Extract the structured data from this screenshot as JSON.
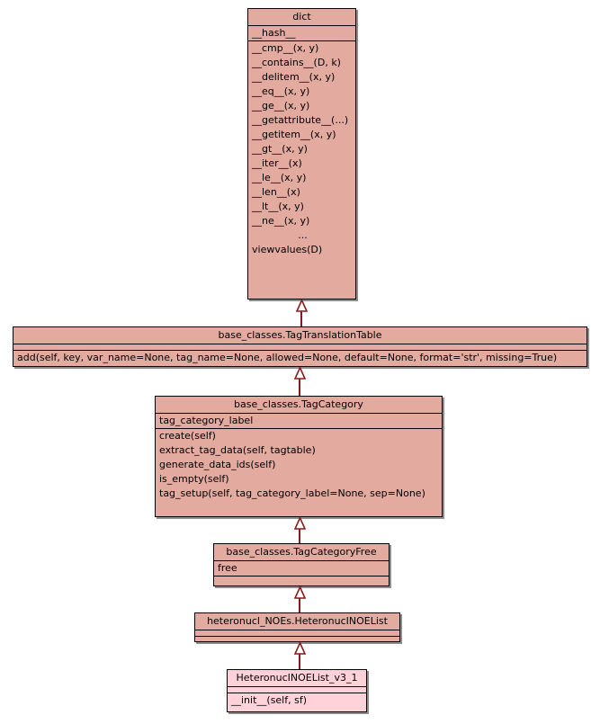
{
  "diagram": {
    "type": "uml-class-hierarchy",
    "background_color": "#ffffff",
    "class_fill_color": "#e3aaa0",
    "highlight_fill_color": "#ffd2da",
    "edge_color": "#8b1a1a",
    "border_color": "#000000"
  },
  "classes": [
    {
      "name": "dict",
      "title": "dict",
      "attributes": [
        "__hash__"
      ],
      "methods": [
        "__cmp__(x, y)",
        "__contains__(D, k)",
        "__delitem__(x, y)",
        "__eq__(x, y)",
        "__ge__(x, y)",
        "__getattribute__(...)",
        "__getitem__(x, y)",
        "__gt__(x, y)",
        "__iter__(x)",
        "__le__(x, y)",
        "__len__(x)",
        "__lt__(x, y)",
        "__ne__(x, y)",
        "...",
        "viewvalues(D)"
      ],
      "highlighted": false
    },
    {
      "name": "base_classes.TagTranslationTable",
      "title": "base_classes.TagTranslationTable",
      "attributes": [],
      "methods": [
        "add(self, key, var_name=None, tag_name=None, allowed=None, default=None, format='str', missing=True)"
      ],
      "highlighted": false
    },
    {
      "name": "base_classes.TagCategory",
      "title": "base_classes.TagCategory",
      "attributes": [
        "tag_category_label"
      ],
      "methods": [
        "create(self)",
        "extract_tag_data(self, tagtable)",
        "generate_data_ids(self)",
        "is_empty(self)",
        "tag_setup(self, tag_category_label=None, sep=None)"
      ],
      "highlighted": false
    },
    {
      "name": "base_classes.TagCategoryFree",
      "title": "base_classes.TagCategoryFree",
      "attributes": [
        "free"
      ],
      "methods": [],
      "highlighted": false
    },
    {
      "name": "heteronucl_NOEs.HeteronucINOEList",
      "title": "heteronucl_NOEs.HeteronucINOEList",
      "attributes": [],
      "methods": [],
      "highlighted": false
    },
    {
      "name": "HeteronucINOEList_v3_1",
      "title": "HeteronucINOEList_v3_1",
      "attributes": [],
      "methods": [
        "__init__(self, sf)"
      ],
      "highlighted": true
    }
  ],
  "edges": [
    {
      "from": "base_classes.TagTranslationTable",
      "to": "dict",
      "kind": "inheritance"
    },
    {
      "from": "base_classes.TagCategory",
      "to": "base_classes.TagTranslationTable",
      "kind": "inheritance"
    },
    {
      "from": "base_classes.TagCategoryFree",
      "to": "base_classes.TagCategory",
      "kind": "inheritance"
    },
    {
      "from": "heteronucl_NOEs.HeteronucINOEList",
      "to": "base_classes.TagCategoryFree",
      "kind": "inheritance"
    },
    {
      "from": "HeteronucINOEList_v3_1",
      "to": "heteronucl_NOEs.HeteronucINOEList",
      "kind": "inheritance"
    }
  ]
}
